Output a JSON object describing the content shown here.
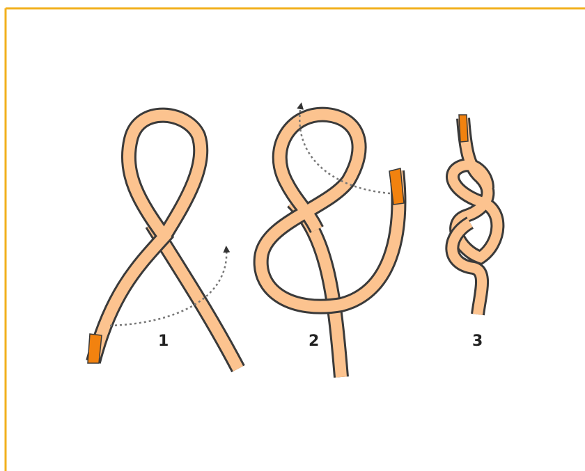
{
  "diagram": {
    "steps": [
      {
        "label": "1"
      },
      {
        "label": "2"
      },
      {
        "label": "3"
      }
    ],
    "colors": {
      "frame": "#f2b01e",
      "rope_fill": "#fcc38f",
      "rope_outline": "#3a3a3a",
      "rope_end": "#f2820f",
      "arrow": "#777777",
      "label": "#222222"
    }
  }
}
